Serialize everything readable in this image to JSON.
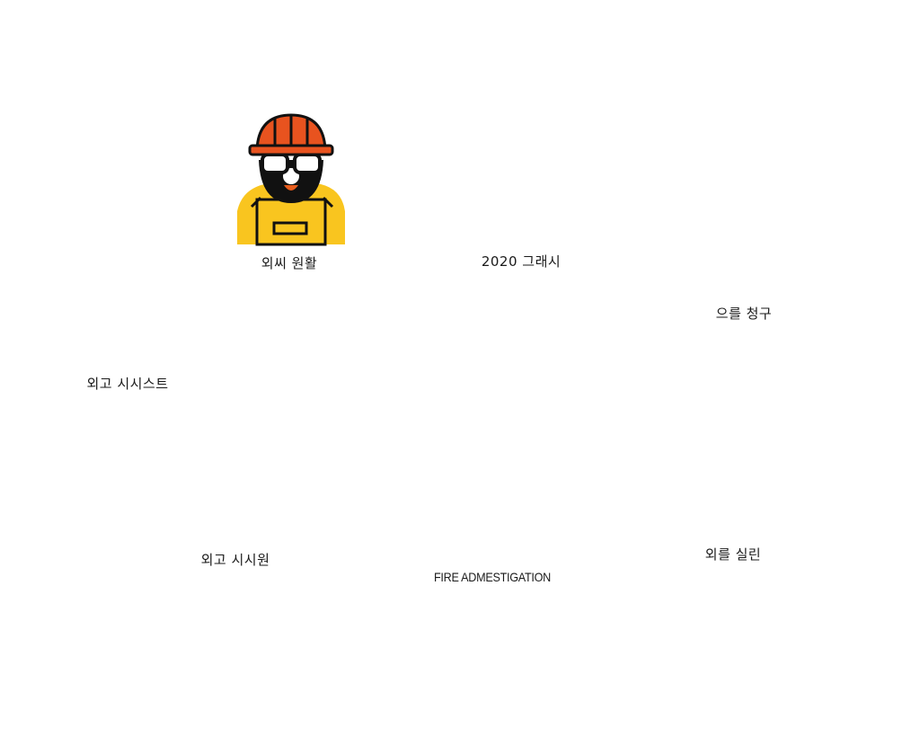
{
  "diagram": {
    "accent_color": "#f37c2e",
    "nodes": [
      {
        "id": "worker",
        "icon": "firefighter-icon",
        "label": "외씨 원활"
      },
      {
        "id": "campfire",
        "icon": "campfire-icon",
        "label": "2020 그래시"
      },
      {
        "id": "store",
        "icon": "storefront-icon",
        "label": "으를 청구"
      },
      {
        "id": "person-fire",
        "icon": "person-on-fire-icon",
        "label": "외를 실린"
      },
      {
        "id": "warning",
        "icon": "warning-sign-icon",
        "label": "FIRE ADMESTIGATION"
      },
      {
        "id": "house-fire",
        "icon": "burning-house-icon",
        "label": "외고 시시원"
      },
      {
        "id": "building",
        "icon": "building-icon",
        "label": "외고 시시스트"
      }
    ],
    "flow": "clockwise cycle"
  }
}
